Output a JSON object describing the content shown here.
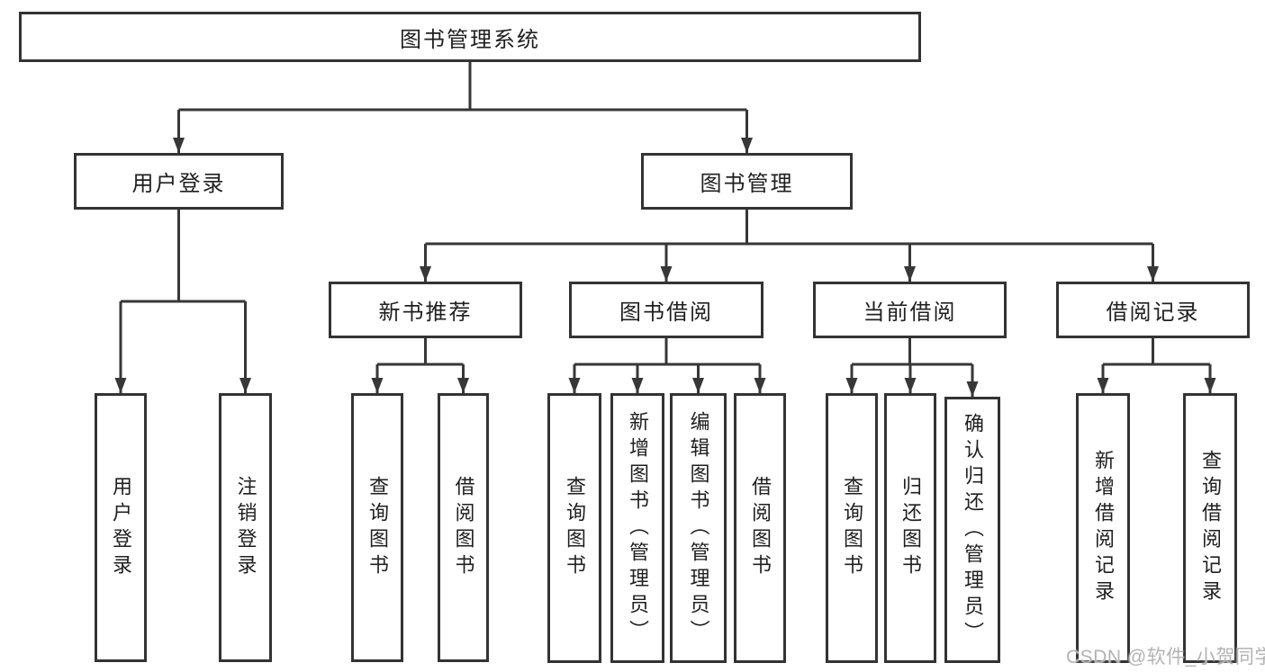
{
  "diagram": {
    "title": "图书管理系统",
    "nodes": {
      "root": "图书管理系统",
      "user_login": "用户登录",
      "book_mgmt": "图书管理",
      "new_book_rec": "新书推荐",
      "book_borrow": "图书借阅",
      "current_borrow": "当前借阅",
      "borrow_record": "借阅记录"
    },
    "leaves": [
      "用户登录",
      "注销登录",
      "查询图书",
      "借阅图书",
      "查询图书",
      "新增图书（管理员）",
      "编辑图书（管理员）",
      "借阅图书",
      "查询图书",
      "归还图书",
      "确认归还（管理员）",
      "新增借阅记录",
      "查询借阅记录"
    ],
    "watermark": "CSDN @软件_小贺同学",
    "colors": {
      "line": "#373737",
      "box_border": "#333333",
      "text": "#1f1f1f",
      "watermark": "#b3b3b3",
      "background": "#ffffff"
    }
  }
}
